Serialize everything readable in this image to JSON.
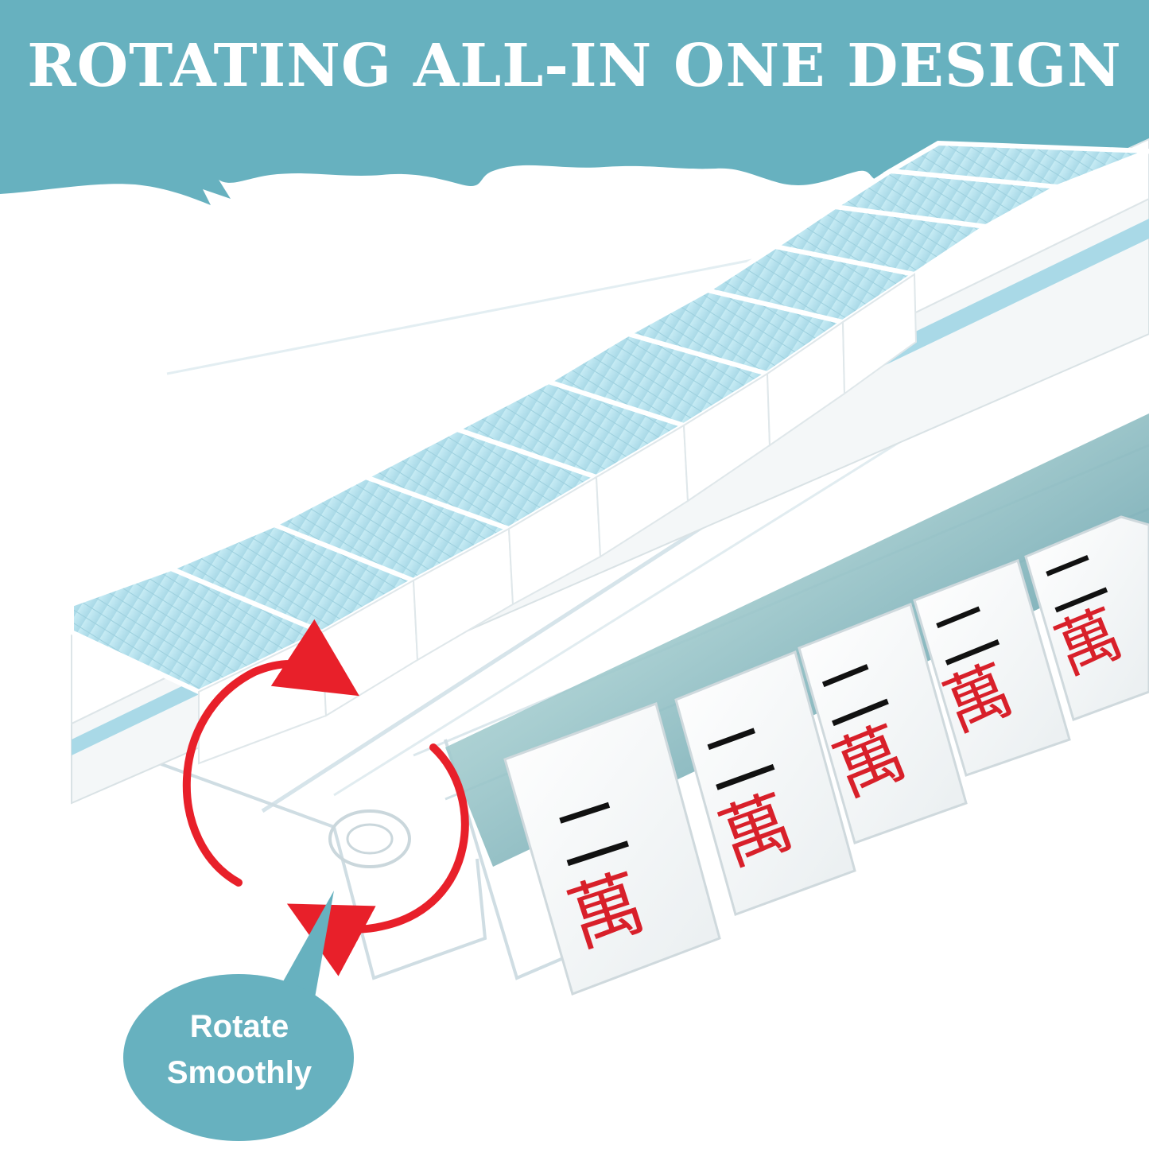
{
  "banner": {
    "title": "ROTATING ALL-IN ONE DESIGN",
    "color": "#67b1bf"
  },
  "callout": {
    "line1": "Rotate",
    "line2": "Smoothly",
    "color": "#67b1bf"
  },
  "tiles": {
    "top_char": "二",
    "bottom_char": "萬",
    "back_color": "#b7e2ee",
    "top_char_color": "#111111",
    "bottom_char_color": "#d8202a"
  },
  "arrows": {
    "color": "#e8202a"
  }
}
